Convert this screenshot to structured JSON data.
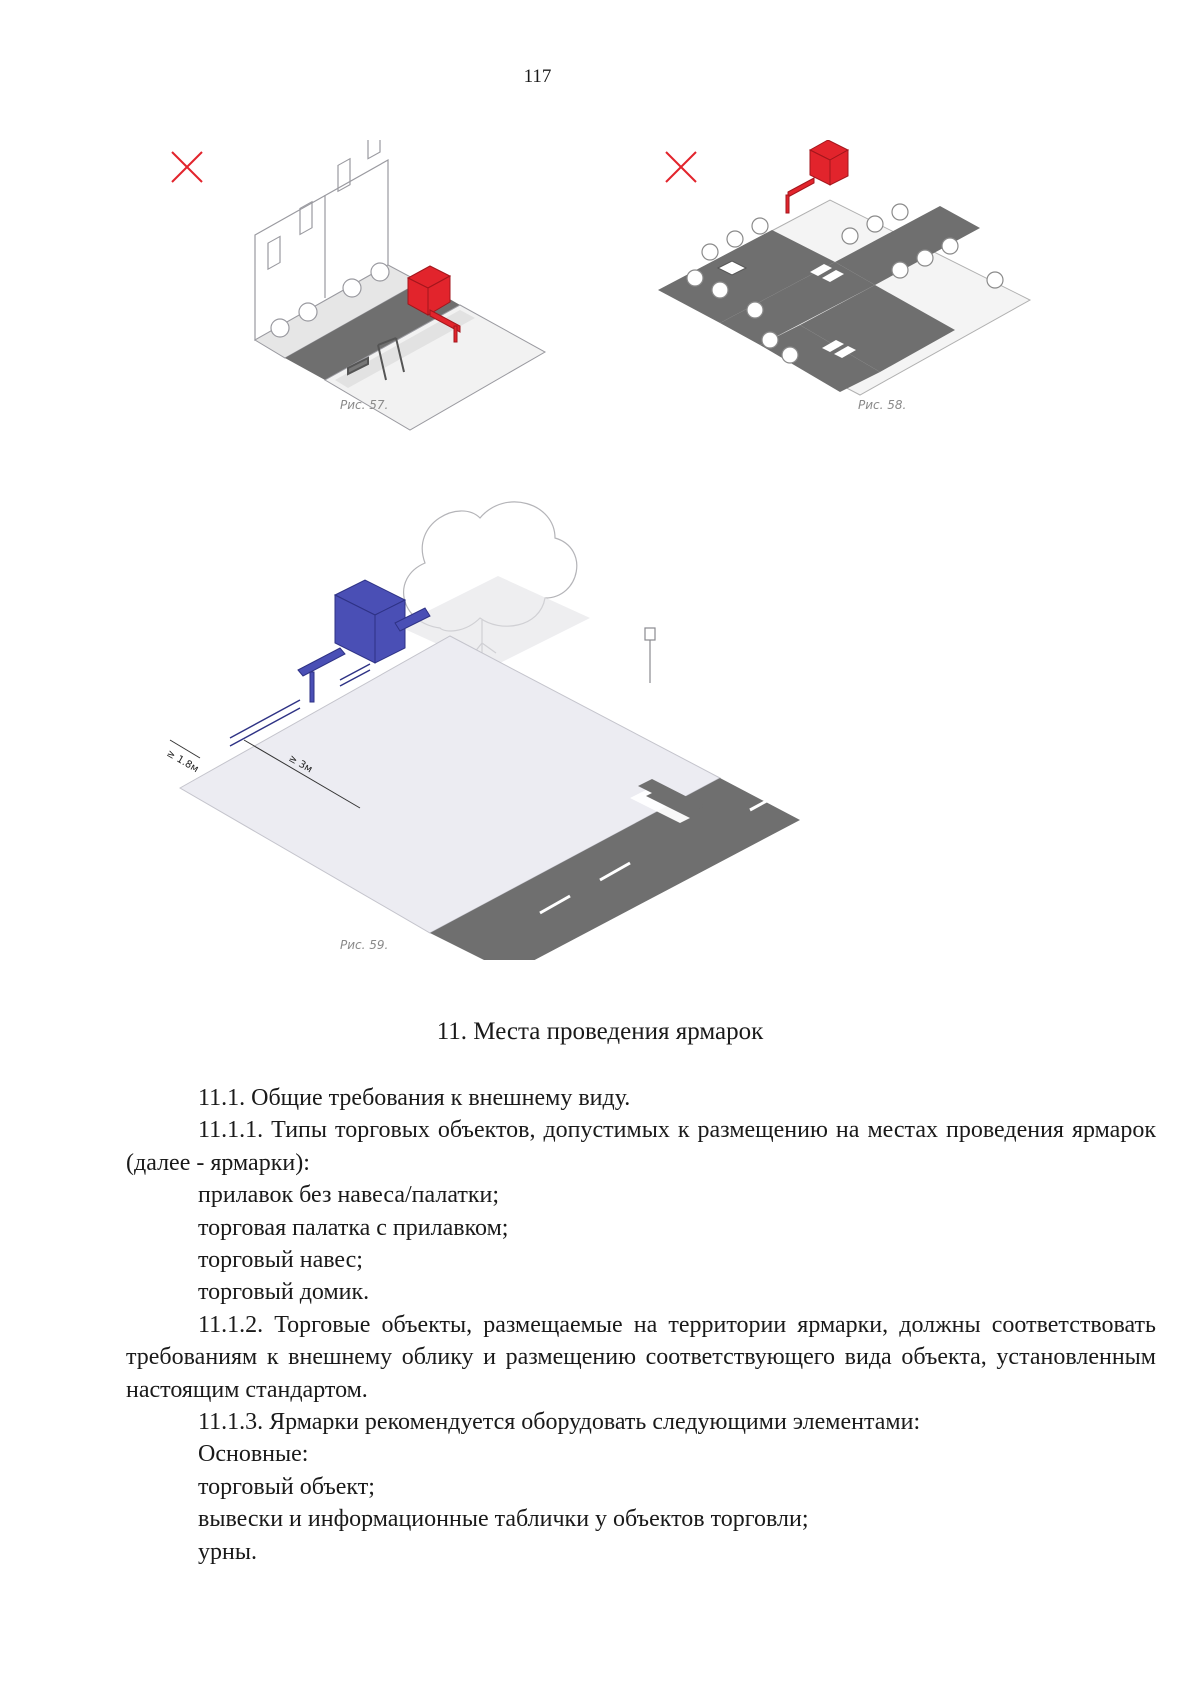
{
  "page": {
    "number": "117"
  },
  "figures": [
    {
      "id": "fig57",
      "caption": "Рис. 57.",
      "status": "incorrect",
      "mark_color": "#e2242c",
      "accent": "#e2242c"
    },
    {
      "id": "fig58",
      "caption": "Рис. 58.",
      "status": "incorrect",
      "mark_color": "#e2242c",
      "accent": "#e2242c"
    },
    {
      "id": "fig59",
      "caption": "Рис. 59.",
      "status": "correct",
      "accent": "#4a4fb5",
      "dimensions": [
        {
          "label": "≥ 1.8м"
        },
        {
          "label": "≥ 3м"
        }
      ]
    }
  ],
  "colors": {
    "road": "#6f6f6f",
    "sidewalk": "#ececf2",
    "paving": "#e6e6e6",
    "outline": "#9a9aa0"
  },
  "section": {
    "title": "11. Места проведения ярмарок",
    "paragraphs": [
      {
        "type": "indent",
        "text": "11.1. Общие требования к внешнему виду."
      },
      {
        "type": "indent-justify",
        "text": "11.1.1. Типы торговых объектов, допустимых к размещению на местах проведения ярмарок (далее - ярмарки):"
      },
      {
        "type": "item",
        "text": "прилавок без навеса/палатки;"
      },
      {
        "type": "item",
        "text": "торговая палатка с прилавком;"
      },
      {
        "type": "item",
        "text": "торговый навес;"
      },
      {
        "type": "item",
        "text": "торговый домик."
      },
      {
        "type": "indent-justify",
        "text": "11.1.2. Торговые объекты, размещаемые на территории ярмарки, должны соответствовать требованиям к внешнему облику и размещению соответствующего вида объекта, установленным настоящим стандартом."
      },
      {
        "type": "indent",
        "text": "11.1.3. Ярмарки рекомендуется оборудовать следующими элементами:"
      },
      {
        "type": "item",
        "text": "Основные:"
      },
      {
        "type": "item",
        "text": "торговый объект;"
      },
      {
        "type": "item",
        "text": "вывески и информационные таблички у объектов торговли;"
      },
      {
        "type": "item",
        "text": "урны."
      }
    ]
  }
}
